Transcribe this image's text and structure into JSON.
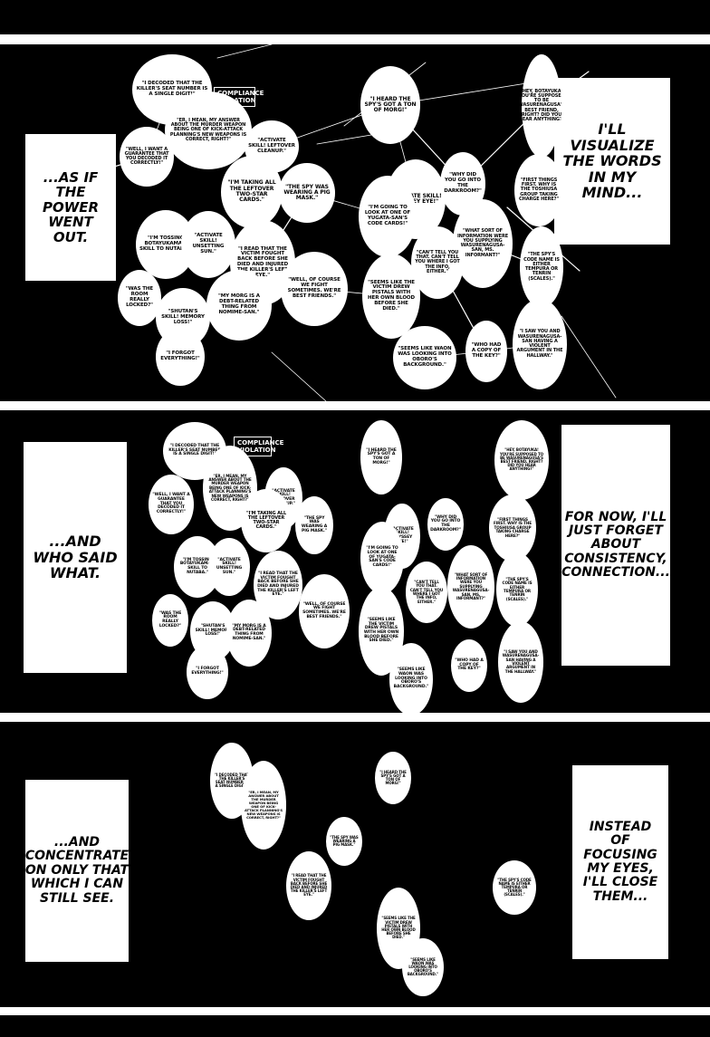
{
  "colors": {
    "panel": "#000000",
    "bubble": "#ffffff",
    "ink": "#000000"
  },
  "stamp": "COMPLIANCE VIOLATION",
  "panels": [
    {
      "captions": {
        "left": "...AS IF THE POWER WENT OUT.",
        "right": "I'LL VISUALIZE THE WORDS IN MY MIND..."
      },
      "bubbles": [
        "\"I DECODED THAT THE KILLER'S SEAT NUMBER IS A SINGLE DIGIT!\"",
        "\"ER, I MEAN, MY ANSWER ABOUT THE MURDER WEAPON BEING ONE OF KICK-ATTACK PLANNING'S NEW WEAPONS IS CORRECT, RIGHT?\"",
        "\"WELL, I WANT A GUARANTEE THAT YOU DECODED IT CORRECTLY!\"",
        "\"ACTIVATE SKILL! LEFTOVER CLEANUP.\"",
        "\"I'M TAKING ALL THE LEFTOVER TWO-STAR CARDS.\"",
        "\"THE SPY WAS WEARING A PIG MASK.\"",
        "\"I'M TOSSING BOTAYUKAMA'S SKILL TO NUTABA.\"",
        "\"ACTIVATE SKILL! UNSETTING SUN.\"",
        "\"I READ THAT THE VICTIM FOUGHT BACK BEFORE SHE DIED AND INJURED THE KILLER'S LEFT EYE.\"",
        "\"WAS THE ROOM REALLY LOCKED?\"",
        "\"SHUTAN'S SKILL! MEMORY LOSS!\"",
        "\"MY MORG IS A DEBT-RELATED THING FROM NOMIME-SAN.\"",
        "\"WELL, OF COURSE WE FIGHT SOMETIMES. WE'RE BEST FRIENDS.\"",
        "\"I FORGOT EVERYTHING!\"",
        "\"I HEARD THE SPY'S GOT A TON OF MORG!\"",
        "\"ACTIVATE SKILL! ODYSSEY EYE!\"",
        "\"I'M GOING TO LOOK AT ONE OF YUGATA-SAN'S CODE CARDS!\"",
        "\"WHY DID YOU GO INTO THE DARKROOM?\"",
        "\"WHAT SORT OF INFORMATION WERE YOU SUPPLYING WASURENAGUSA-SAN, MS. INFORMANT?\"",
        "\"CAN'T TELL YOU THAT. CAN'T TELL YOU WHERE I GOT THE INFO, EITHER.\"",
        "\"SEEMS LIKE THE VICTIM DREW PISTALS WITH HER OWN BLOOD BEFORE SHE DIED.\"",
        "\"SEEMS LIKE WAON WAS LOOKING INTO OBORO'S BACKGROUND.\"",
        "\"WHO HAD A COPY OF THE KEY?\"",
        "\"HEY, BOTAYUKA! YOU'RE SUPPOSED TO BE WASURENAGUSA'S BEST FRIEND, RIGHT? DID YOU HEAR ANYTHING?\"",
        "\"FIRST THINGS FIRST. WHY IS THE TOSHIUSA GROUP TAKING CHARGE HERE?\"",
        "\"THE SPY'S CODE NAME IS EITHER TEMPURA OR TENRIN (SCALES).\"",
        "\"I SAW YOU AND WASURENAGUSA-SAN HAVING A VIOLENT ARGUMENT IN THE HALLWAY.\""
      ]
    },
    {
      "captions": {
        "left": "...AND WHO SAID WHAT.",
        "right": "FOR NOW, I'LL JUST FORGET ABOUT CONSISTENCY, CONNECTION..."
      },
      "bubbles": [
        "\"I DECODED THAT THE KILLER'S SEAT NUMBER IS A SINGLE DIGIT!\"",
        "\"ER, I MEAN, MY ANSWER ABOUT THE MURDER WEAPON BEING ONE OF KICK-ATTACK PLANNING'S NEW WEAPONS IS CORRECT, RIGHT?\"",
        "\"WELL, I WANT A GUARANTEE THAT YOU DECODED IT CORRECTLY!\"",
        "\"ACTIVATE SKILL! LEFTOVER CLEANUP.\"",
        "\"I'M TAKING ALL THE LEFTOVER TWO-STAR CARDS.\"",
        "\"THE SPY WAS WEARING A PIG MASK.\"",
        "\"I'M TOSSING BOTAYUKAMA'S SKILL TO NUTABA.\"",
        "\"ACTIVATE SKILL! UNSETTING SUN.\"",
        "\"I READ THAT THE VICTIM FOUGHT BACK BEFORE SHE DIED AND INJURED THE KILLER'S LEFT EYE.\"",
        "\"WAS THE ROOM REALLY LOCKED?\"",
        "\"SHUTAN'S SKILL! MEMORY LOSS!\"",
        "\"MY MORG IS A DEBT-RELATED THING FROM NOMIME-SAN.\"",
        "\"WELL, OF COURSE WE FIGHT SOMETIMES. WE'RE BEST FRIENDS.\"",
        "\"I FORGOT EVERYTHING!\"",
        "\"I HEARD THE SPY'S GOT A TON OF MORG!\"",
        "\"ACTIVATE SKILL! ODYSSEY EYE!\"",
        "\"I'M GOING TO LOOK AT ONE OF YUGATA-SAN'S CODE CARDS!\"",
        "\"WHY DID YOU GO INTO THE DARKROOM?\"",
        "\"WHAT SORT OF INFORMATION WERE YOU SUPPLYING WASURENAGUSA-SAN, MS. INFORMANT?\"",
        "\"CAN'T TELL YOU THAT. CAN'T TELL YOU WHERE I GOT THE INFO, EITHER.\"",
        "\"SEEMS LIKE THE VICTIM DREW PISTALS WITH HER OWN BLOOD BEFORE SHE DIED.\"",
        "\"SEEMS LIKE WAON WAS LOOKING INTO OBORO'S BACKGROUND.\"",
        "\"WHO HAD A COPY OF THE KEY?\"",
        "\"HEY, BOTAYUKA! YOU'RE SUPPOSED TO BE WASURENAGUSA'S BEST FRIEND, RIGHT? DID YOU HEAR ANYTHING?\"",
        "\"FIRST THINGS FIRST. WHY IS THE TOSHIUSA GROUP TAKING CHARGE HERE?\"",
        "\"THE SPY'S CODE NAME IS EITHER TEMPURA OR TENRIN (SCALES).\"",
        "\"I SAW YOU AND WASURENAGUSA-SAN HAVING A VIOLENT ARGUMENT IN THE HALLWAY.\""
      ]
    },
    {
      "captions": {
        "left": "...AND CONCENTRATE ON ONLY THAT WHICH I CAN STILL SEE.",
        "right": "INSTEAD OF FOCUSING MY EYES, I'LL CLOSE THEM..."
      },
      "bubbles": [
        "\"I DECODED THAT THE KILLER'S SEAT NUMBER IS A SINGLE DIGIT!\"",
        "\"ER, I MEAN, MY ANSWER ABOUT THE MURDER WEAPON BEING ONE OF KICK-ATTACK PLANNING'S NEW WEAPONS IS CORRECT, RIGHT?\"",
        "\"THE SPY WAS WEARING A PIG MASK.\"",
        "\"I READ THAT THE VICTIM FOUGHT BACK BEFORE SHE DIED AND INJURED THE KILLER'S LEFT EYE.\"",
        "\"I HEARD THE SPY'S GOT A TON OF MORG!\"",
        "\"SEEMS LIKE THE VICTIM DREW PISTALS WITH HER OWN BLOOD BEFORE SHE DIED.\"",
        "\"SEEMS LIKE WAON WAS LOOKING INTO OBORO'S BACKGROUND.\"",
        "\"THE SPY'S CODE NAME IS EITHER TEMPURA OR TENRIN (SCALES).\""
      ]
    }
  ]
}
